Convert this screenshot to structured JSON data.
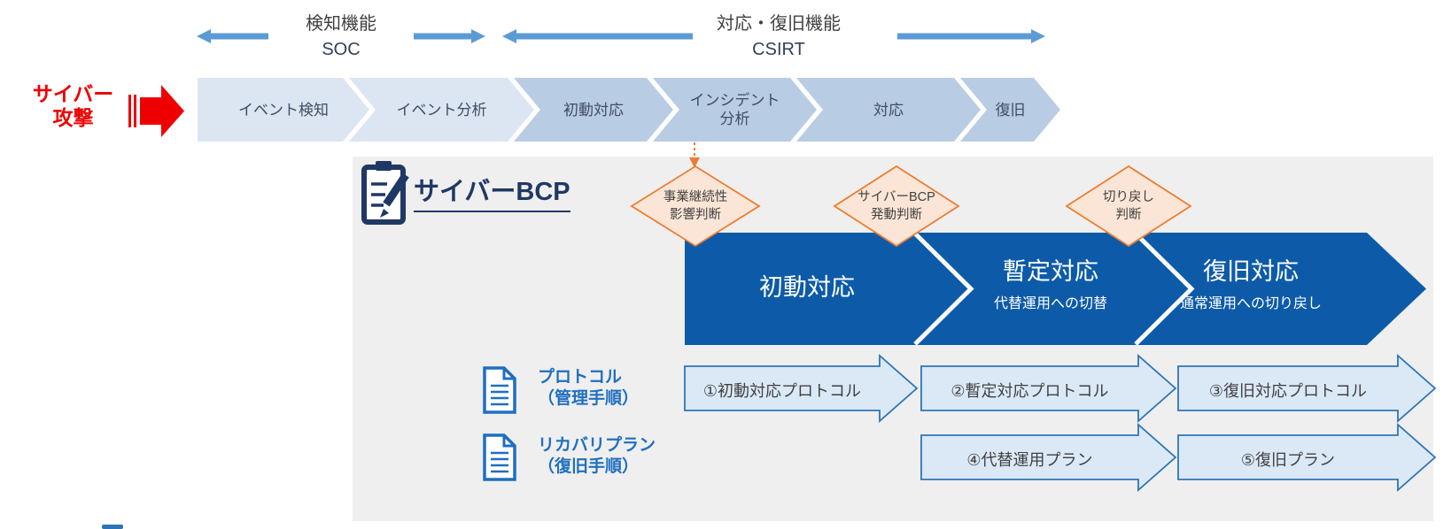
{
  "colors": {
    "accent_blue": "#5b9bd5",
    "chevron_light": "#dce6f2",
    "chevron_dark": "#b8cce4",
    "chevron_text": "#3f4d63",
    "panel_gray": "#efefef",
    "navy": "#203864",
    "big_arrow_blue": "#0d5ba8",
    "diamond_fill": "#fbe5d6",
    "diamond_border": "#ed7d31",
    "box_fill": "#dbe9f7",
    "box_border": "#2e75b6",
    "label_blue": "#1f6fc0",
    "attack_red": "#ee0000",
    "text_dark": "#404040"
  },
  "header": {
    "soc": {
      "line1": "検知機能",
      "line2": "SOC"
    },
    "csirt": {
      "line1": "対応・復旧機能",
      "line2": "CSIRT"
    }
  },
  "attack": {
    "line1": "サイバー",
    "line2": "攻撃"
  },
  "flow": {
    "steps": [
      {
        "label": "イベント検知"
      },
      {
        "label": "イベント分析"
      },
      {
        "label": "初動対応"
      },
      {
        "label": "インシデント",
        "label2": "分析"
      },
      {
        "label": "対応"
      },
      {
        "label": "復旧"
      }
    ]
  },
  "bcp": {
    "title": "サイバーBCP",
    "decisions": [
      {
        "line1": "事業継続性",
        "line2": "影響判断"
      },
      {
        "line1": "サイバーBCP",
        "line2": "発動判断"
      },
      {
        "line1": "切り戻し",
        "line2": "判断"
      }
    ],
    "phases": [
      {
        "title": "初動対応",
        "subtitle": ""
      },
      {
        "title": "暫定対応",
        "subtitle": "代替運用への切替"
      },
      {
        "title": "復旧対応",
        "subtitle": "通常運用への切り戻し"
      }
    ],
    "rows": [
      {
        "label1": "プロトコル",
        "label2": "（管理手順）",
        "items": [
          "①初動対応プロトコル",
          "②暫定対応プロトコル",
          "③復旧対応プロトコル"
        ]
      },
      {
        "label1": "リカバリプラン",
        "label2": "（復旧手順）",
        "items": [
          "④代替運用プラン",
          "⑤復旧プラン"
        ]
      }
    ]
  }
}
